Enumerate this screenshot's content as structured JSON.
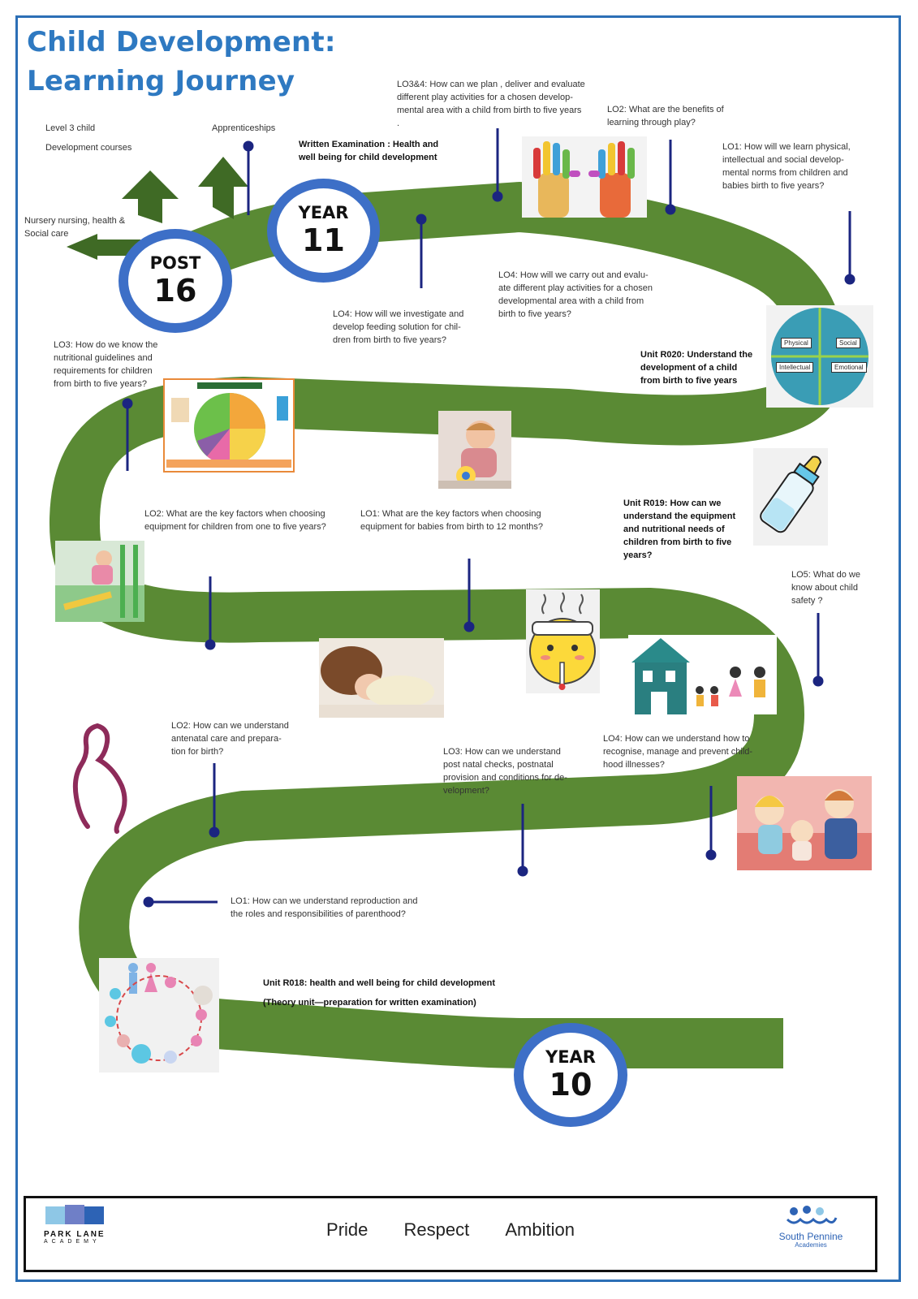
{
  "title": {
    "line1": "Child Development:",
    "line2": "Learning Journey"
  },
  "milestones": {
    "post16": {
      "line1": "POST",
      "line2": "16"
    },
    "year11": {
      "line1": "YEAR",
      "line2": "11"
    },
    "year10": {
      "line1": "YEAR",
      "line2": "10"
    }
  },
  "pathways": {
    "level3": [
      "Level 3 child",
      "Development  courses"
    ],
    "apprenticeships": "Apprenticeships",
    "nursery": [
      "Nursery nursing, health &",
      "Social care"
    ]
  },
  "written_exam": [
    "Written Examination : Health and",
    "well being for child development"
  ],
  "units": {
    "r020": [
      "Unit R020: Understand the",
      "development of a child",
      "from birth to five years"
    ],
    "r019": [
      "Unit R019: How can we",
      "understand the equipment",
      "and nutritional needs of",
      "children from birth to five",
      "years?"
    ],
    "r018": {
      "line1": "Unit R018: health and well being for child development",
      "line2": "(Theory unit—preparation for written examination)"
    }
  },
  "questions": {
    "r020_lo34": [
      "LO3&4: How can we plan , deliver and evaluate",
      "different play activities for a chosen develop-",
      "mental area with  a child from birth to five years",
      "."
    ],
    "r020_lo2": [
      "LO2: What are the benefits of",
      "learning through play?"
    ],
    "r020_lo1": [
      "LO1: How will we learn  physical,",
      "intellectual and social develop-",
      "mental norms from children and",
      "babies birth to five years?"
    ],
    "r020_lo4": [
      "LO4: How will we carry out and evalu-",
      "ate different play activities for a chosen",
      "developmental area with a child from",
      "birth to five years?"
    ],
    "r019_lo4": [
      "LO4: How will we  investigate and",
      "develop feeding solution for chil-",
      "dren from birth to five years?"
    ],
    "r019_lo3": [
      "LO3: How do we know the",
      "nutritional guidelines and",
      "requirements for children",
      "from birth to five years?"
    ],
    "r019_lo2": [
      "LO2: What are the key factors when choosing",
      "equipment for children from one to five years?"
    ],
    "r019_lo1": [
      "LO1: What are  the key factors when choosing",
      "equipment for babies from birth to 12 months?"
    ],
    "r018_lo5": [
      "LO5: What do we",
      "know about child",
      "safety ?"
    ],
    "r018_lo2": [
      "LO2: How can we understand",
      "antenatal care and prepara-",
      "tion for birth?"
    ],
    "r018_lo3": [
      "LO3: How can we understand",
      "post natal checks, postnatal",
      "provision and conditions for de-",
      "velopment?"
    ],
    "r018_lo4": [
      "LO4: How  can we understand how to",
      "recognise, manage and prevent child-",
      "hood illnesses?"
    ],
    "r018_lo1": [
      "LO1: How can we understand reproduction and",
      "the roles and responsibilities of parenthood?"
    ]
  },
  "pies": {
    "development": [
      "Physical",
      "Social",
      "Intellectual",
      "Emotional"
    ]
  },
  "footer": {
    "school_logo": [
      "PARK LANE",
      "ACADEMY"
    ],
    "values": [
      "Pride",
      "Respect",
      "Ambition"
    ],
    "trust_logo": [
      "South Pennine",
      "Academies"
    ]
  },
  "colors": {
    "road": "#5a8a34",
    "badge_ring": "#3d6fc7",
    "title": "#2e79c1",
    "pin": "#1b2580"
  }
}
